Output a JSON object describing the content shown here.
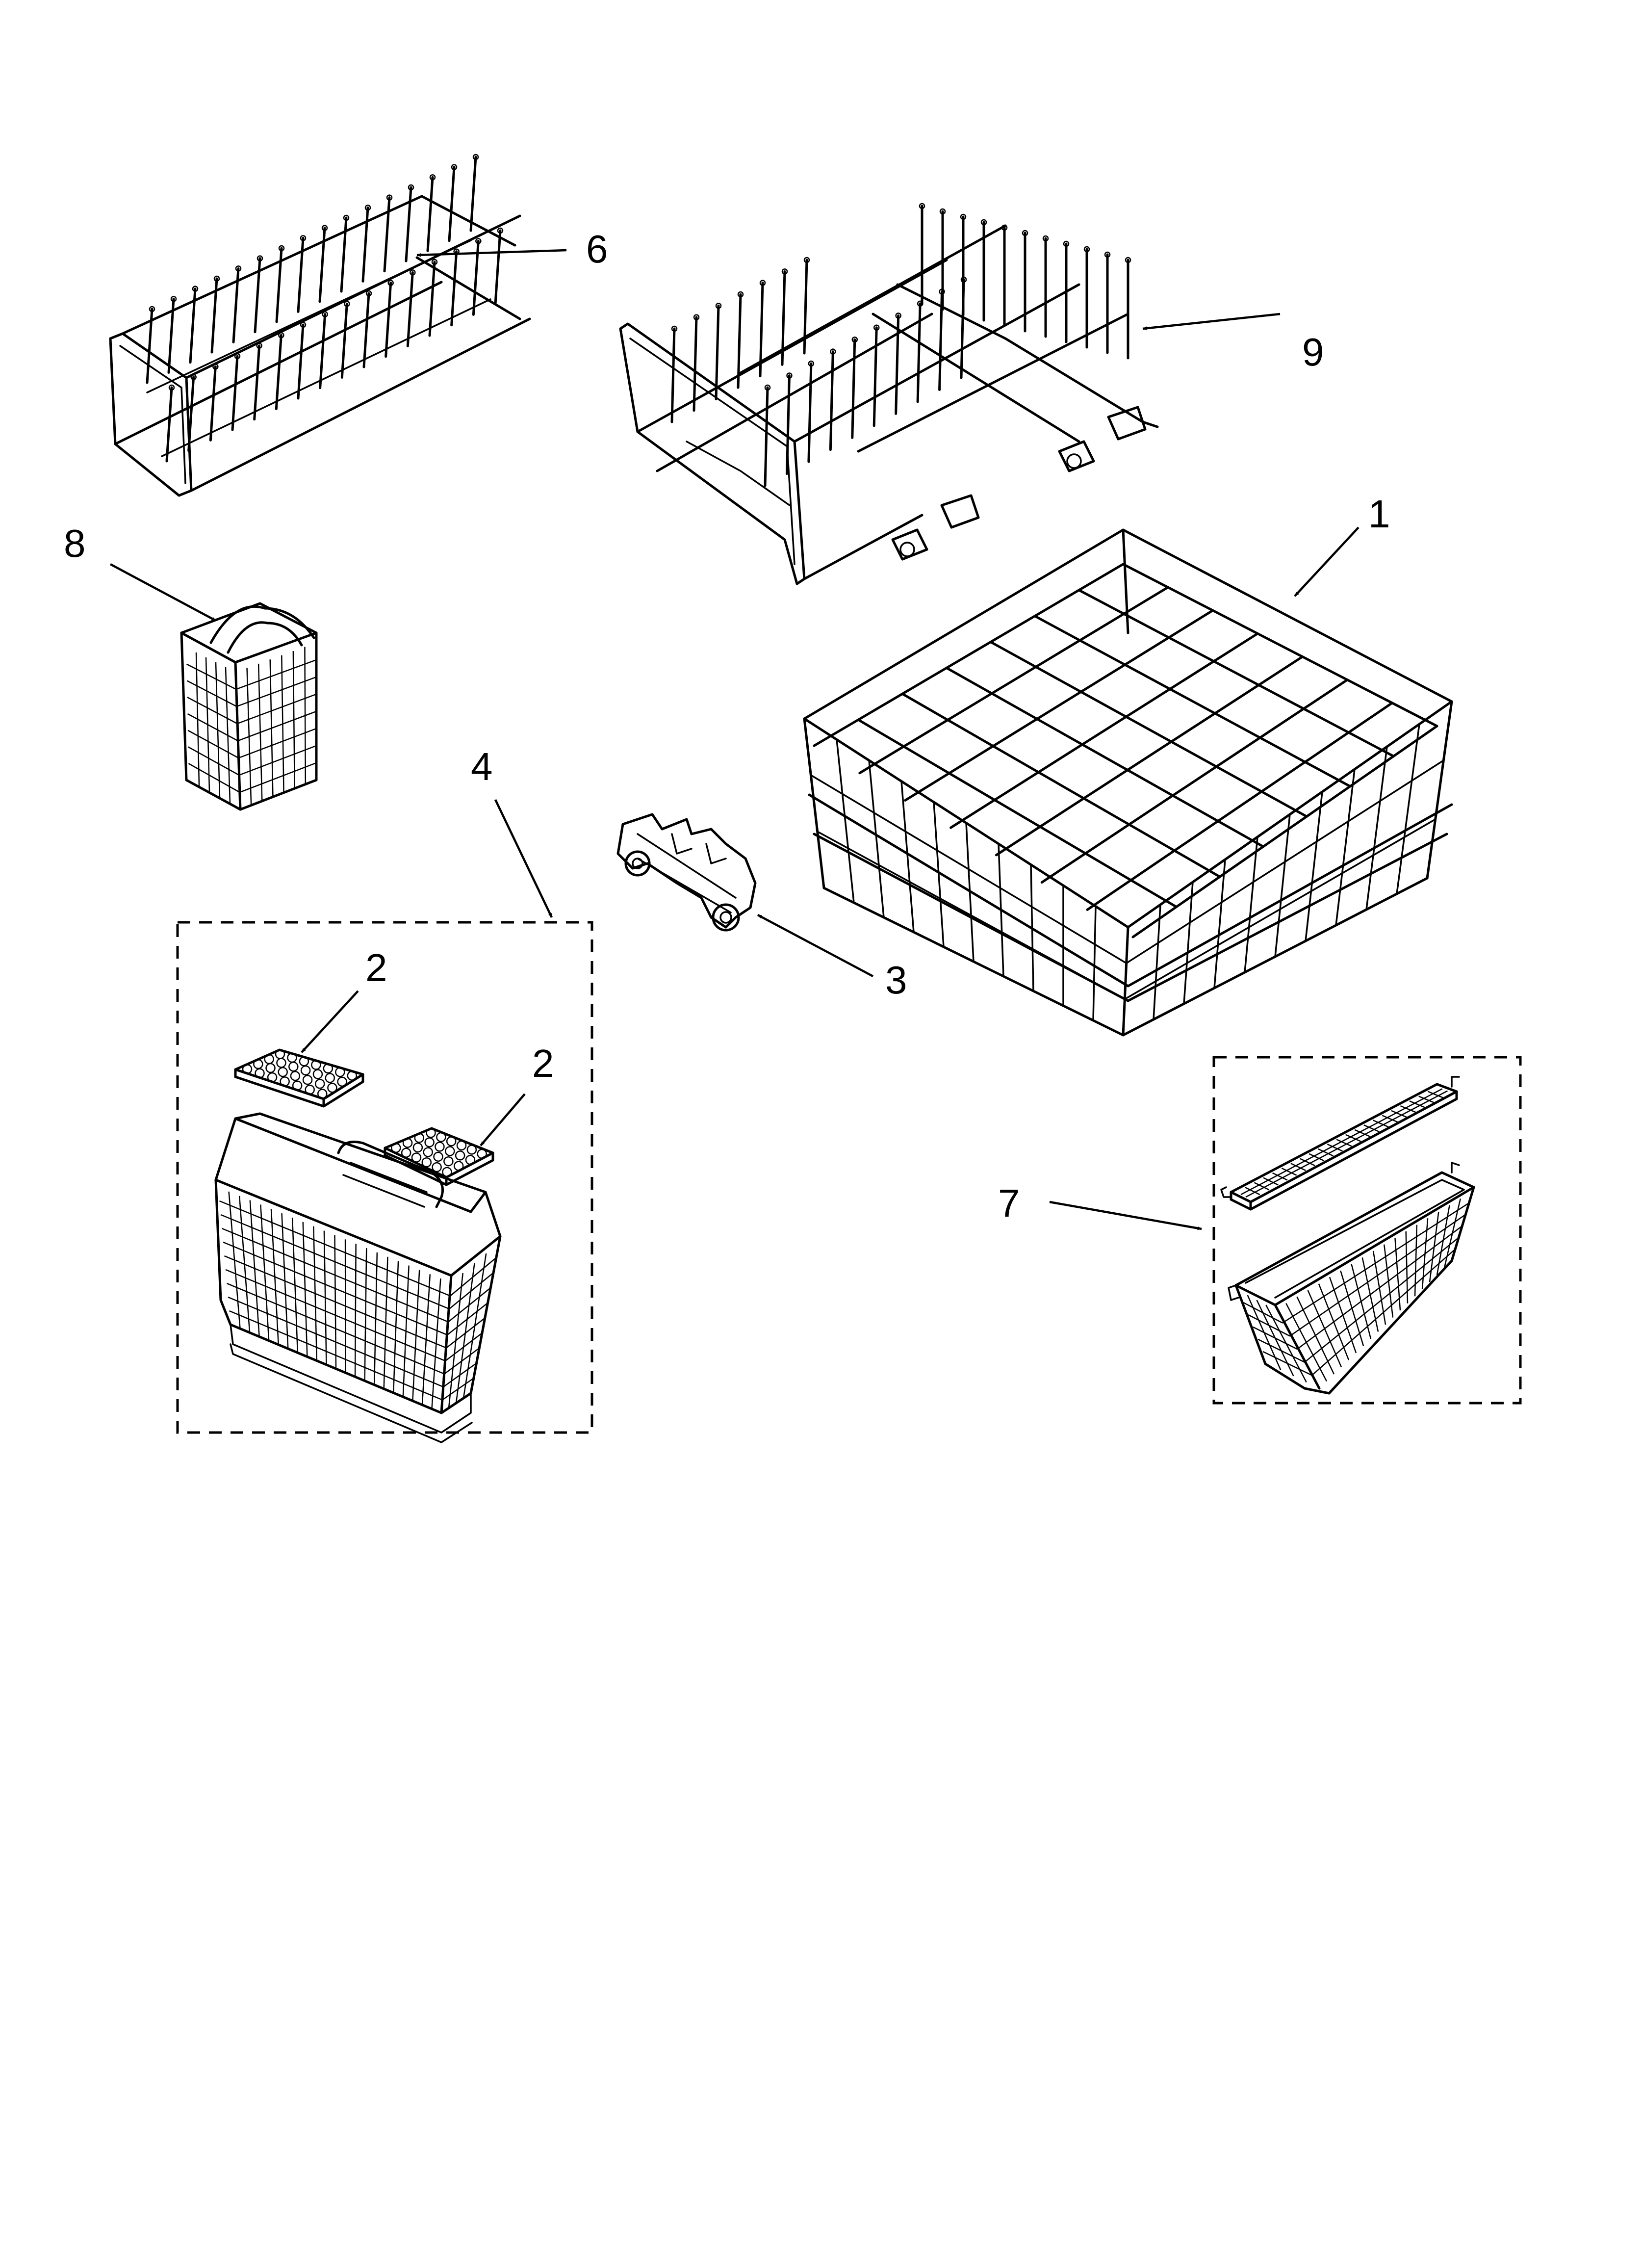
{
  "callouts": {
    "c1": "1",
    "c2a": "2",
    "c2b": "2",
    "c3": "3",
    "c4": "4",
    "c6": "6",
    "c7": "7",
    "c8": "8",
    "c9": "9"
  },
  "colors": {
    "ink": "#000000",
    "background": "#ffffff"
  }
}
